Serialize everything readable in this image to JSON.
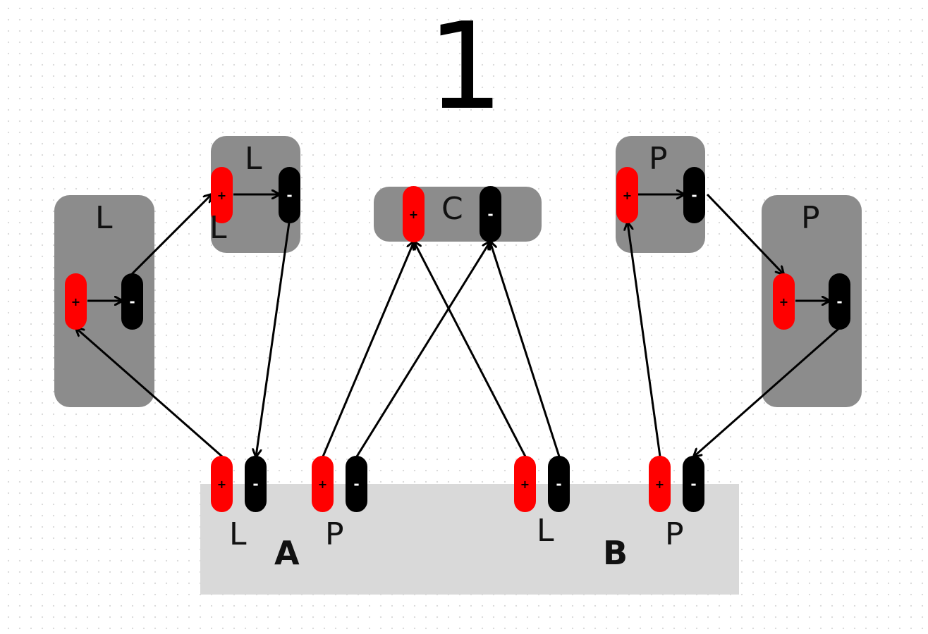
{
  "title": "1",
  "colors": {
    "positive": "#ff0000",
    "negative": "#000000",
    "box": "#8c8c8c",
    "board": "#d9d9d9",
    "wire": "#000000"
  },
  "terminal_symbols": {
    "positive": "+",
    "negative": "-"
  },
  "boards": [
    {
      "id": "A",
      "label": "A"
    },
    {
      "id": "B",
      "label": "B"
    }
  ],
  "base_jacks": [
    {
      "id": "A_L",
      "label": "L"
    },
    {
      "id": "A_P",
      "label": "P"
    },
    {
      "id": "B_L",
      "label": "L"
    },
    {
      "id": "B_P",
      "label": "P"
    }
  ],
  "speakers": [
    {
      "id": "left_outer",
      "label": "L"
    },
    {
      "id": "left_upper",
      "label": "L",
      "extra_label": "L"
    },
    {
      "id": "center",
      "label": "C"
    },
    {
      "id": "right_upper",
      "label": "P"
    },
    {
      "id": "right_outer",
      "label": "P"
    }
  ]
}
